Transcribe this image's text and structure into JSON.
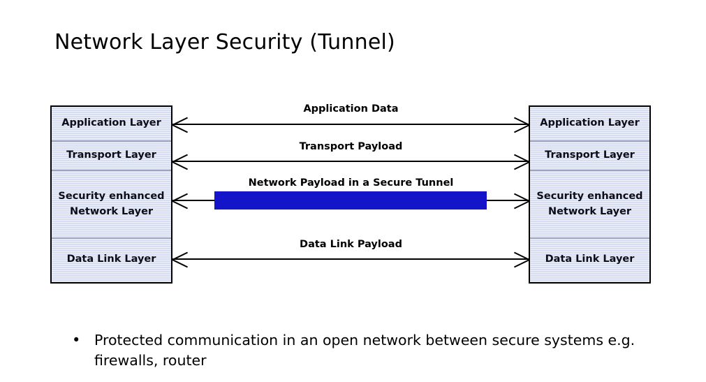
{
  "slide": {
    "title": "Network Layer Security (Tunnel)",
    "background_color": "#ffffff"
  },
  "colors": {
    "layer_box_fill": "#dde2f3",
    "layer_box_border": "#000000",
    "layer_divider": "#9aa3c4",
    "tunnel_bar": "#1414c8",
    "arrow": "#000000",
    "text": "#000000"
  },
  "stacks": {
    "left": {
      "name": "left-protocol-stack",
      "layers": [
        {
          "label": "Application Layer"
        },
        {
          "label": "Transport Layer"
        },
        {
          "label": "Security enhanced Network Layer"
        },
        {
          "label": "Data Link Layer"
        }
      ]
    },
    "right": {
      "name": "right-protocol-stack",
      "layers": [
        {
          "label": "Application Layer"
        },
        {
          "label": "Transport Layer"
        },
        {
          "label": "Security enhanced Network Layer"
        },
        {
          "label": "Data Link Layer"
        }
      ]
    }
  },
  "arrows": [
    {
      "id": "application-data",
      "label": "Application Data",
      "direction": "bidirectional",
      "tunnel": false
    },
    {
      "id": "transport-payload",
      "label": "Transport Payload",
      "direction": "bidirectional",
      "tunnel": false
    },
    {
      "id": "network-payload",
      "label": "Network Payload in a Secure Tunnel",
      "direction": "bidirectional",
      "tunnel": true
    },
    {
      "id": "data-link-payload",
      "label": "Data Link Payload",
      "direction": "bidirectional",
      "tunnel": false
    }
  ],
  "bullets": [
    {
      "marker": "•",
      "text": "Protected communication in an open network between secure systems e.g. firewalls, router"
    }
  ]
}
